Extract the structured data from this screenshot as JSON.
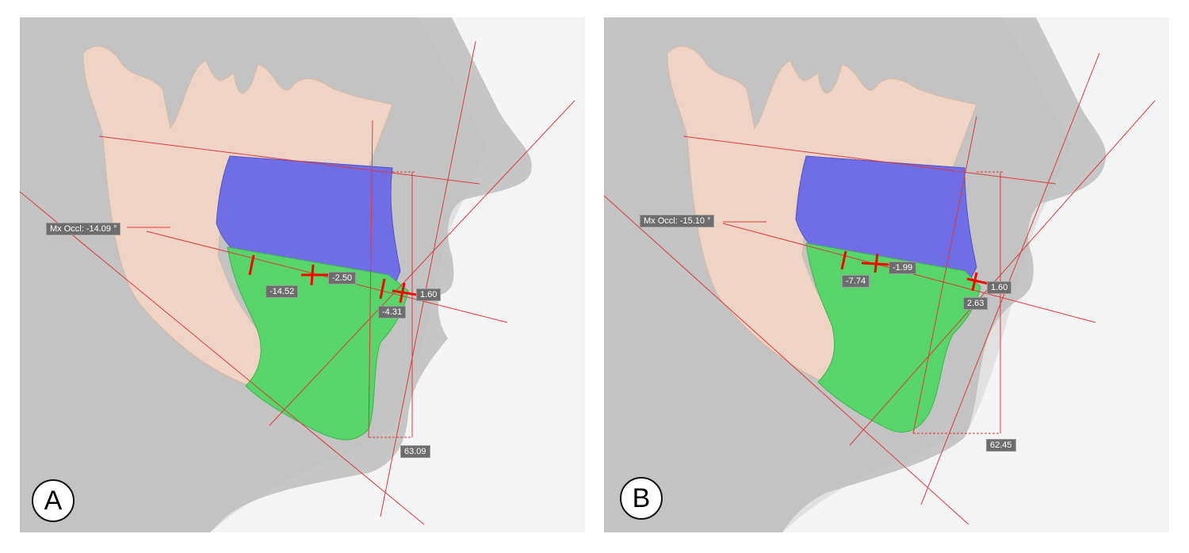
{
  "panels": [
    {
      "id": "A",
      "badge": "A",
      "occlusal_label": "Mx Occl: -14.09 °",
      "measurements": [
        "-2.50",
        "-14.52",
        "1.60",
        "-4.31",
        "63.09"
      ]
    },
    {
      "id": "B",
      "badge": "B",
      "occlusal_label": "Mx Occl: -15.10 °",
      "measurements": [
        "-1.99",
        "-7.74",
        "1.60",
        "2.63",
        "62.45"
      ]
    }
  ],
  "colors": {
    "soft_tissue": "#c4c4c4",
    "skull_bone": "#efd3c4",
    "maxilla": "#6f6ee6",
    "mandible": "#57d56a",
    "guide_lines": "#e03a3a"
  }
}
